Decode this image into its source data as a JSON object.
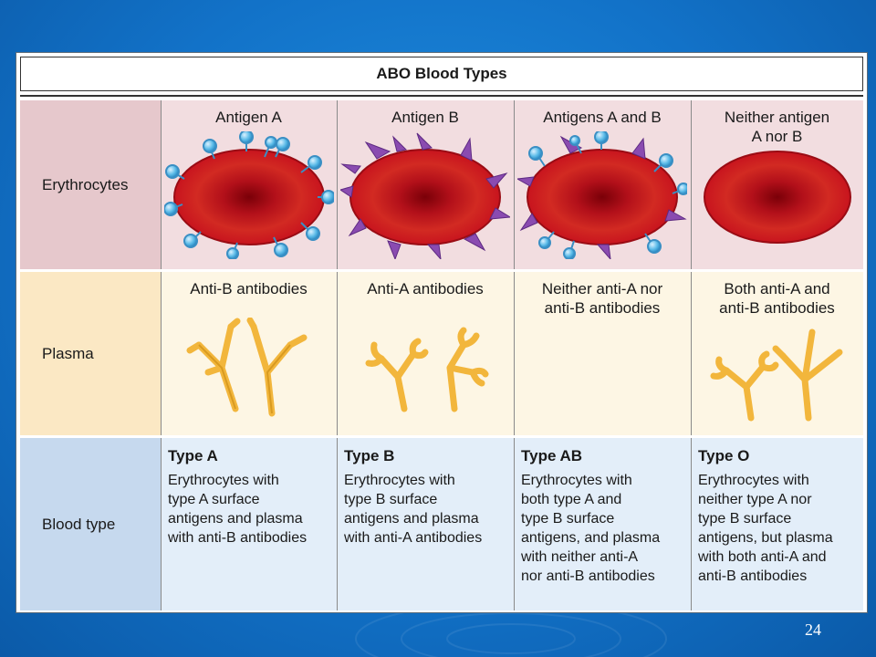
{
  "title": "ABO Blood Types",
  "rows": {
    "erythrocytes": "Erythrocytes",
    "plasma": "Plasma",
    "blood_type": "Blood type"
  },
  "columns": [
    {
      "antigen": "Antigen A",
      "antibodies": "Anti-B antibodies",
      "type_name": "Type A",
      "desc_lines": [
        "Erythrocytes with",
        "type A surface",
        "antigens and plasma",
        "with anti-B antibodies"
      ]
    },
    {
      "antigen": "Antigen B",
      "antibodies": "Anti-A antibodies",
      "type_name": "Type B",
      "desc_lines": [
        "Erythrocytes with",
        "type B surface",
        "antigens and plasma",
        "with anti-A antibodies"
      ]
    },
    {
      "antigen": "Antigens A and B",
      "antibodies_lines": [
        "Neither anti-A nor",
        "anti-B antibodies"
      ],
      "type_name": "Type AB",
      "desc_lines": [
        "Erythrocytes with",
        "both type A and",
        "type B surface",
        "antigens, and plasma",
        "with neither anti-A",
        "nor anti-B antibodies"
      ]
    },
    {
      "antigen_lines": [
        "Neither antigen",
        "A nor B"
      ],
      "antibodies_lines": [
        "Both anti-A and",
        "anti-B antibodies"
      ],
      "type_name": "Type O",
      "desc_lines": [
        "Erythrocytes with",
        "neither type A nor",
        "type B surface",
        "antigens, but plasma",
        "with both anti-A and",
        "anti-B antibodies"
      ]
    }
  ],
  "page_number": "24",
  "colors": {
    "erythrocyte_row": "#f2dde0",
    "erythrocyte_label": "#e6c8cc",
    "plasma_row": "#fdf6e4",
    "plasma_label": "#fbe8c4",
    "bloodtype_row": "#e3eef9",
    "bloodtype_label": "#c6d9ee",
    "antigen_a": "#5bbbe8",
    "antigen_b": "#8a4bb0",
    "antibody": "#f2b63c",
    "cell_red": "#c8141e"
  }
}
